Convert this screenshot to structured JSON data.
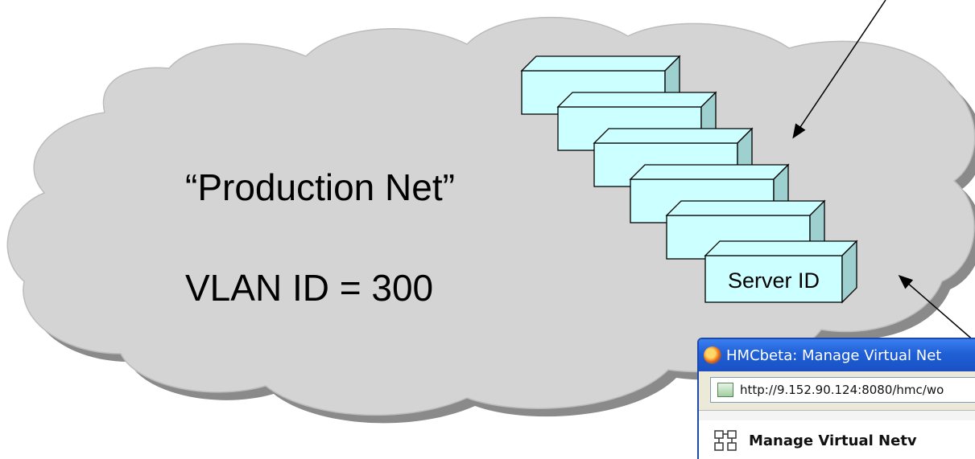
{
  "network": {
    "name": "“Production Net”",
    "vlan": "VLAN ID = 300"
  },
  "server_label": "Server ID",
  "browser": {
    "title": "HMCbeta: Manage Virtual Net",
    "address": "http://9.152.90.124:8080/hmc/wo",
    "page_heading": "Manage Virtual Netv"
  },
  "colors": {
    "cloud_fill": "#d4d4d4",
    "cloud_shadow": "#888888",
    "server_fill": "#ccffff",
    "server_side": "#a8d8d8",
    "title_bar": "#1f5fd6"
  }
}
